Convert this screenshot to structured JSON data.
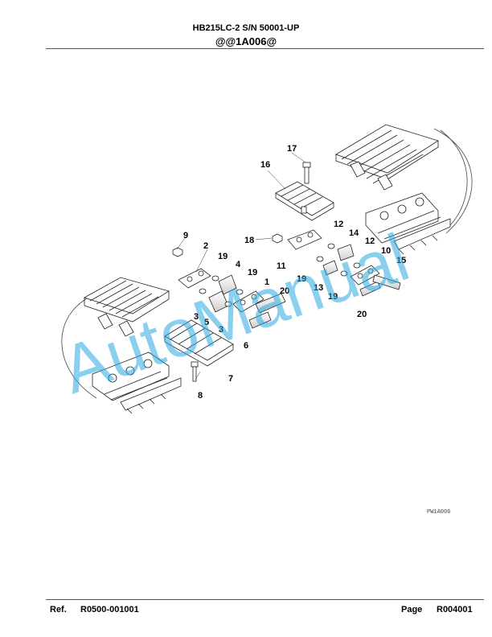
{
  "header": {
    "model": "HB215LC-2 S/N 50001-UP",
    "code": "@@1A006@"
  },
  "diagram": {
    "image_code": "PW1A006",
    "watermark": "AutoManual",
    "callouts": [
      {
        "id": "c1",
        "label": "1"
      },
      {
        "id": "c2",
        "label": "2"
      },
      {
        "id": "c3a",
        "label": "3"
      },
      {
        "id": "c3b",
        "label": "3"
      },
      {
        "id": "c4",
        "label": "4"
      },
      {
        "id": "c5",
        "label": "5"
      },
      {
        "id": "c6",
        "label": "6"
      },
      {
        "id": "c7",
        "label": "7"
      },
      {
        "id": "c8",
        "label": "8"
      },
      {
        "id": "c9",
        "label": "9"
      },
      {
        "id": "c10",
        "label": "10"
      },
      {
        "id": "c11",
        "label": "11"
      },
      {
        "id": "c12a",
        "label": "12"
      },
      {
        "id": "c12b",
        "label": "12"
      },
      {
        "id": "c13",
        "label": "13"
      },
      {
        "id": "c14",
        "label": "14"
      },
      {
        "id": "c15",
        "label": "15"
      },
      {
        "id": "c16",
        "label": "16"
      },
      {
        "id": "c17",
        "label": "17"
      },
      {
        "id": "c18",
        "label": "18"
      },
      {
        "id": "c19a",
        "label": "19"
      },
      {
        "id": "c19b",
        "label": "19"
      },
      {
        "id": "c19c",
        "label": "19"
      },
      {
        "id": "c19d",
        "label": "19"
      },
      {
        "id": "c20a",
        "label": "20"
      },
      {
        "id": "c20b",
        "label": "20"
      }
    ]
  },
  "footer": {
    "ref_label": "Ref.",
    "ref_value": "R0500-001001",
    "page_label": "Page",
    "page_value": "R004001"
  }
}
